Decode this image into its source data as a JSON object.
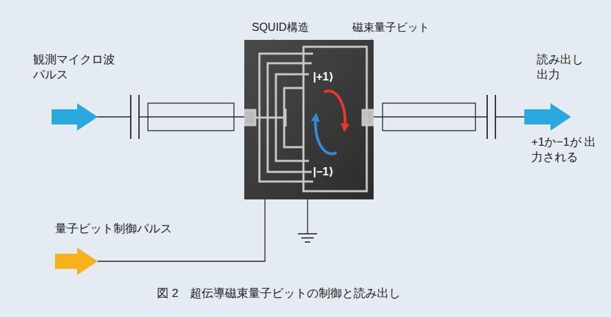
{
  "diagram": {
    "caption": "図 2　超伝導磁束量子ビットの制御と読み出し",
    "nodes": [
      {
        "text": [
          "|+1⟩",
          "|−1⟩"
        ]
      }
    ],
    "labels": [
      "SQUID構造",
      "磁束量子ビット",
      "観測マイクロ波 パルス",
      "読み出し 出力",
      "+1か−1が 出力される",
      "量子ビット制御パルス"
    ]
  }
}
